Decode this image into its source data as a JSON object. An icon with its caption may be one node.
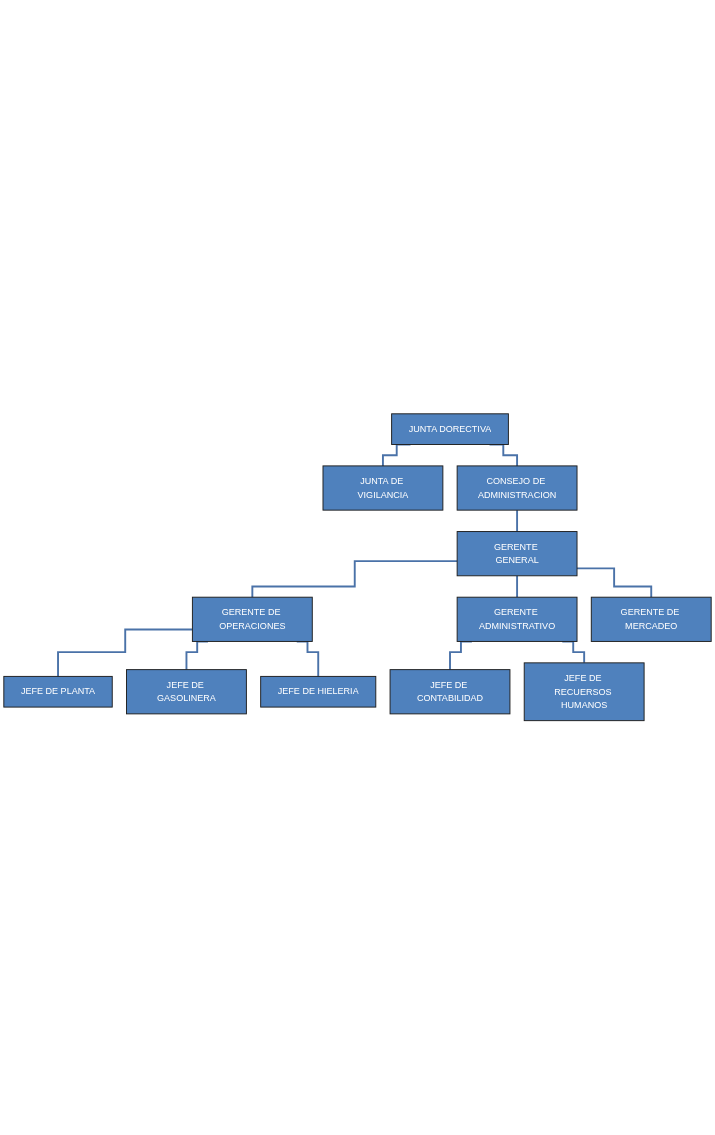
{
  "diagram": {
    "nodes": [
      {
        "text": [
          "JUNTA DORECTIVA"
        ]
      },
      {
        "text": [
          "JUNTA DE VIGILANCIA"
        ]
      },
      {
        "text": [
          "CONSEJO DE ADMINISTRACION"
        ]
      },
      {
        "text": [
          "GERENTE GENERAL"
        ]
      },
      {
        "text": [
          "GERENTE DE OPERACIONES"
        ]
      },
      {
        "text": [
          "GERENTE ADMINISTRATIVO"
        ]
      },
      {
        "text": [
          "GERENTE DE MERCADEO"
        ]
      },
      {
        "text": [
          "JEFE DE PLANTA"
        ]
      },
      {
        "text": [
          "JEFE DE GASOLINERA"
        ]
      },
      {
        "text": [
          "JEFE DE HIELERIA"
        ]
      },
      {
        "text": [
          "JEFE DE CONTABILIDAD"
        ]
      },
      {
        "text": [
          "JEFE DE RECUERSOS HUMANOS"
        ]
      }
    ],
    "edges": [
      {
        "from": 0,
        "to": 1,
        "arrow": "none"
      },
      {
        "from": 0,
        "to": 2,
        "arrow": "none"
      },
      {
        "from": 2,
        "to": 3,
        "arrow": "none"
      },
      {
        "from": 3,
        "to": 4,
        "arrow": "none"
      },
      {
        "from": 3,
        "to": 5,
        "arrow": "none"
      },
      {
        "from": 3,
        "to": 6,
        "arrow": "none"
      },
      {
        "from": 4,
        "to": 7,
        "arrow": "none"
      },
      {
        "from": 4,
        "to": 8,
        "arrow": "none"
      },
      {
        "from": 4,
        "to": 9,
        "arrow": "none"
      },
      {
        "from": 5,
        "to": 10,
        "arrow": "none"
      },
      {
        "from": 5,
        "to": 11,
        "arrow": "none"
      }
    ]
  }
}
